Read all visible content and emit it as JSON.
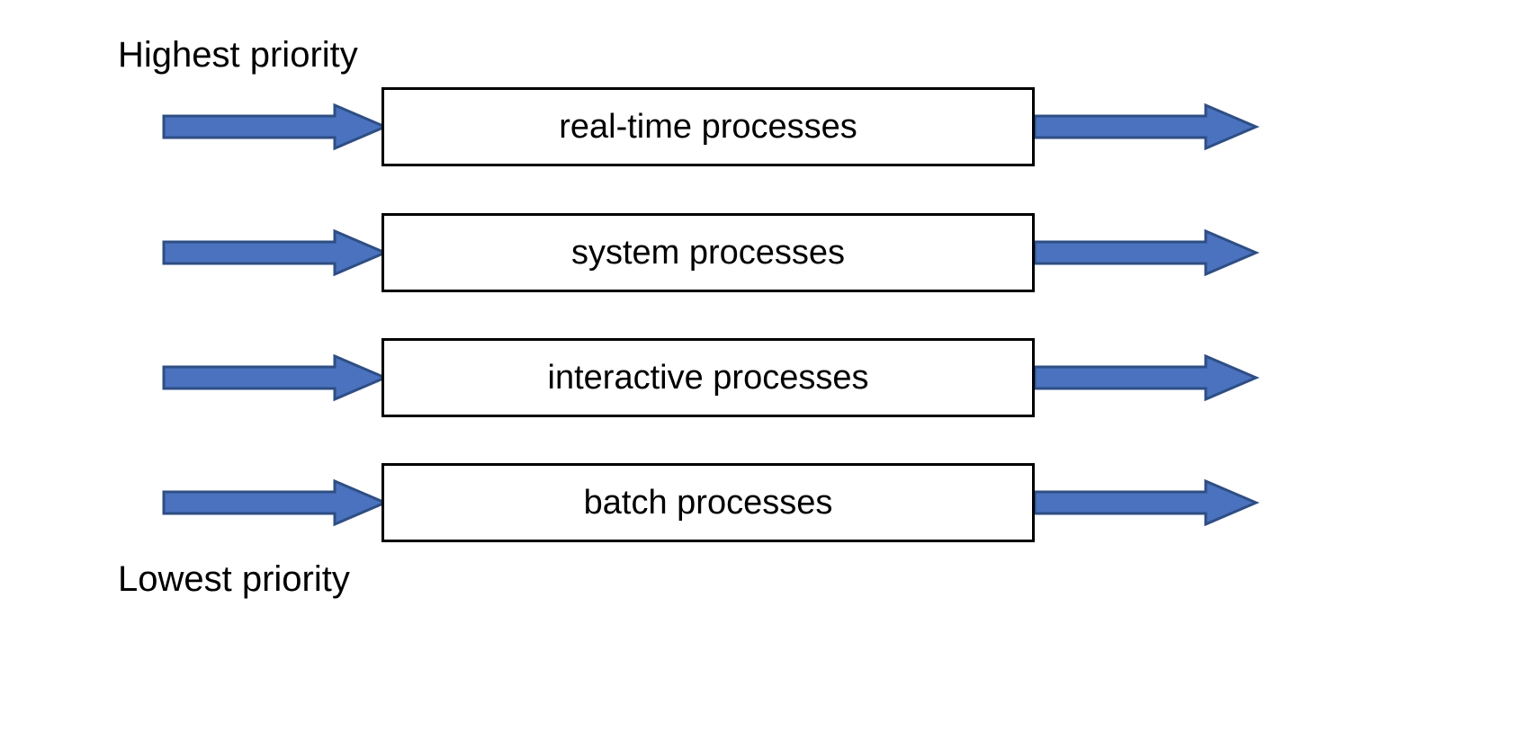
{
  "diagram": {
    "title_top": "Highest priority",
    "title_bottom": "Lowest priority",
    "colors": {
      "arrow_fill": "#4a72be",
      "arrow_stroke": "#2e4e84",
      "box_border": "#000000",
      "box_fill": "#ffffff",
      "text": "#000000",
      "background": "#ffffff"
    },
    "rows": [
      {
        "label": "real-time processes",
        "priority_rank": 1,
        "in_arrow": "incoming-arrow",
        "out_arrow": "outgoing-arrow"
      },
      {
        "label": "system processes",
        "priority_rank": 2,
        "in_arrow": "incoming-arrow",
        "out_arrow": "outgoing-arrow"
      },
      {
        "label": "interactive processes",
        "priority_rank": 3,
        "in_arrow": "incoming-arrow",
        "out_arrow": "outgoing-arrow"
      },
      {
        "label": "batch processes",
        "priority_rank": 4,
        "in_arrow": "incoming-arrow",
        "out_arrow": "outgoing-arrow"
      }
    ]
  }
}
